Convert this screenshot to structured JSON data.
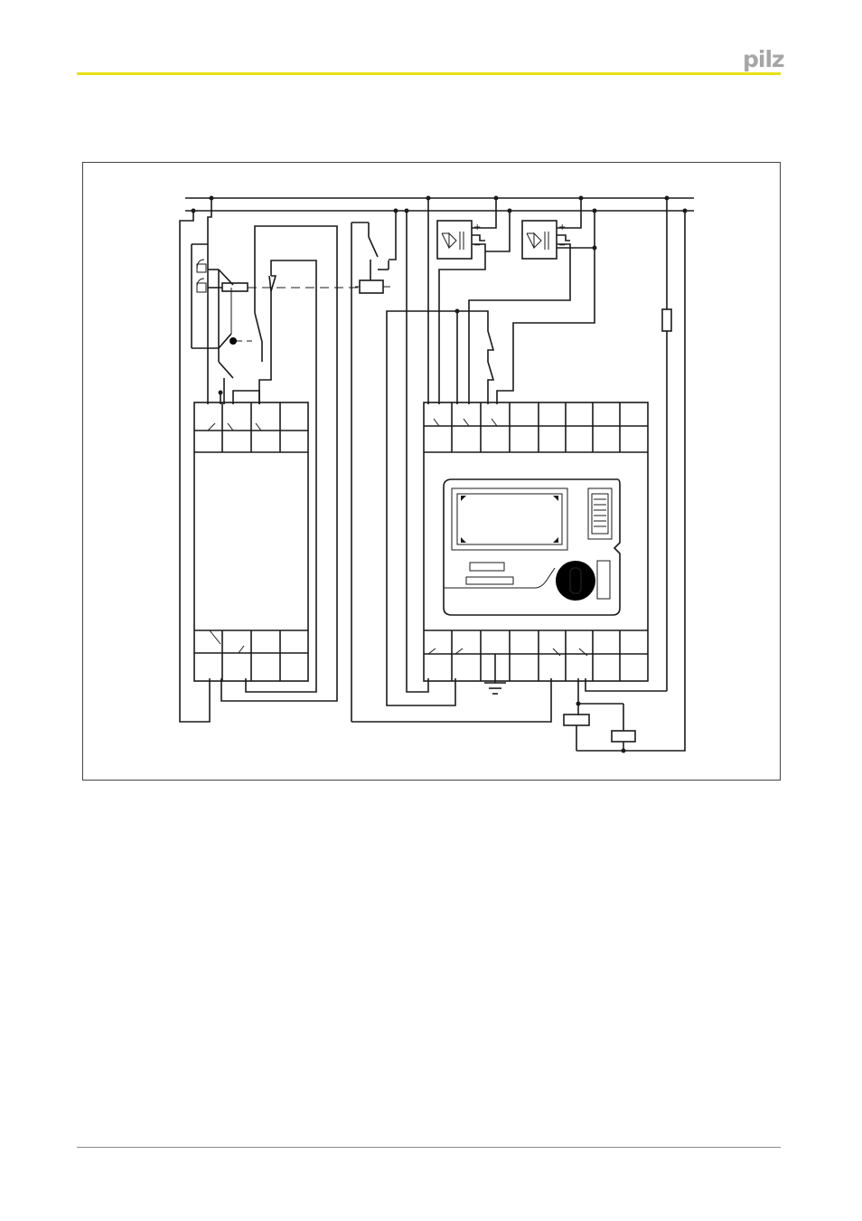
{
  "header": {
    "brand_logo": "pilz",
    "accent_color": "#e8e016",
    "logo_color": "#a6a6a6"
  },
  "figure": {
    "elements": [
      "power-rails",
      "door-interlock-switch",
      "pushbutton",
      "proximity-sensor-1",
      "proximity-sensor-2",
      "fuse",
      "safety-relay-left",
      "safety-controller-right",
      "relay-coil-1",
      "relay-coil-2",
      "ground-symbol"
    ],
    "sensor_polarity": {
      "plus": "+",
      "minus": "−"
    }
  }
}
